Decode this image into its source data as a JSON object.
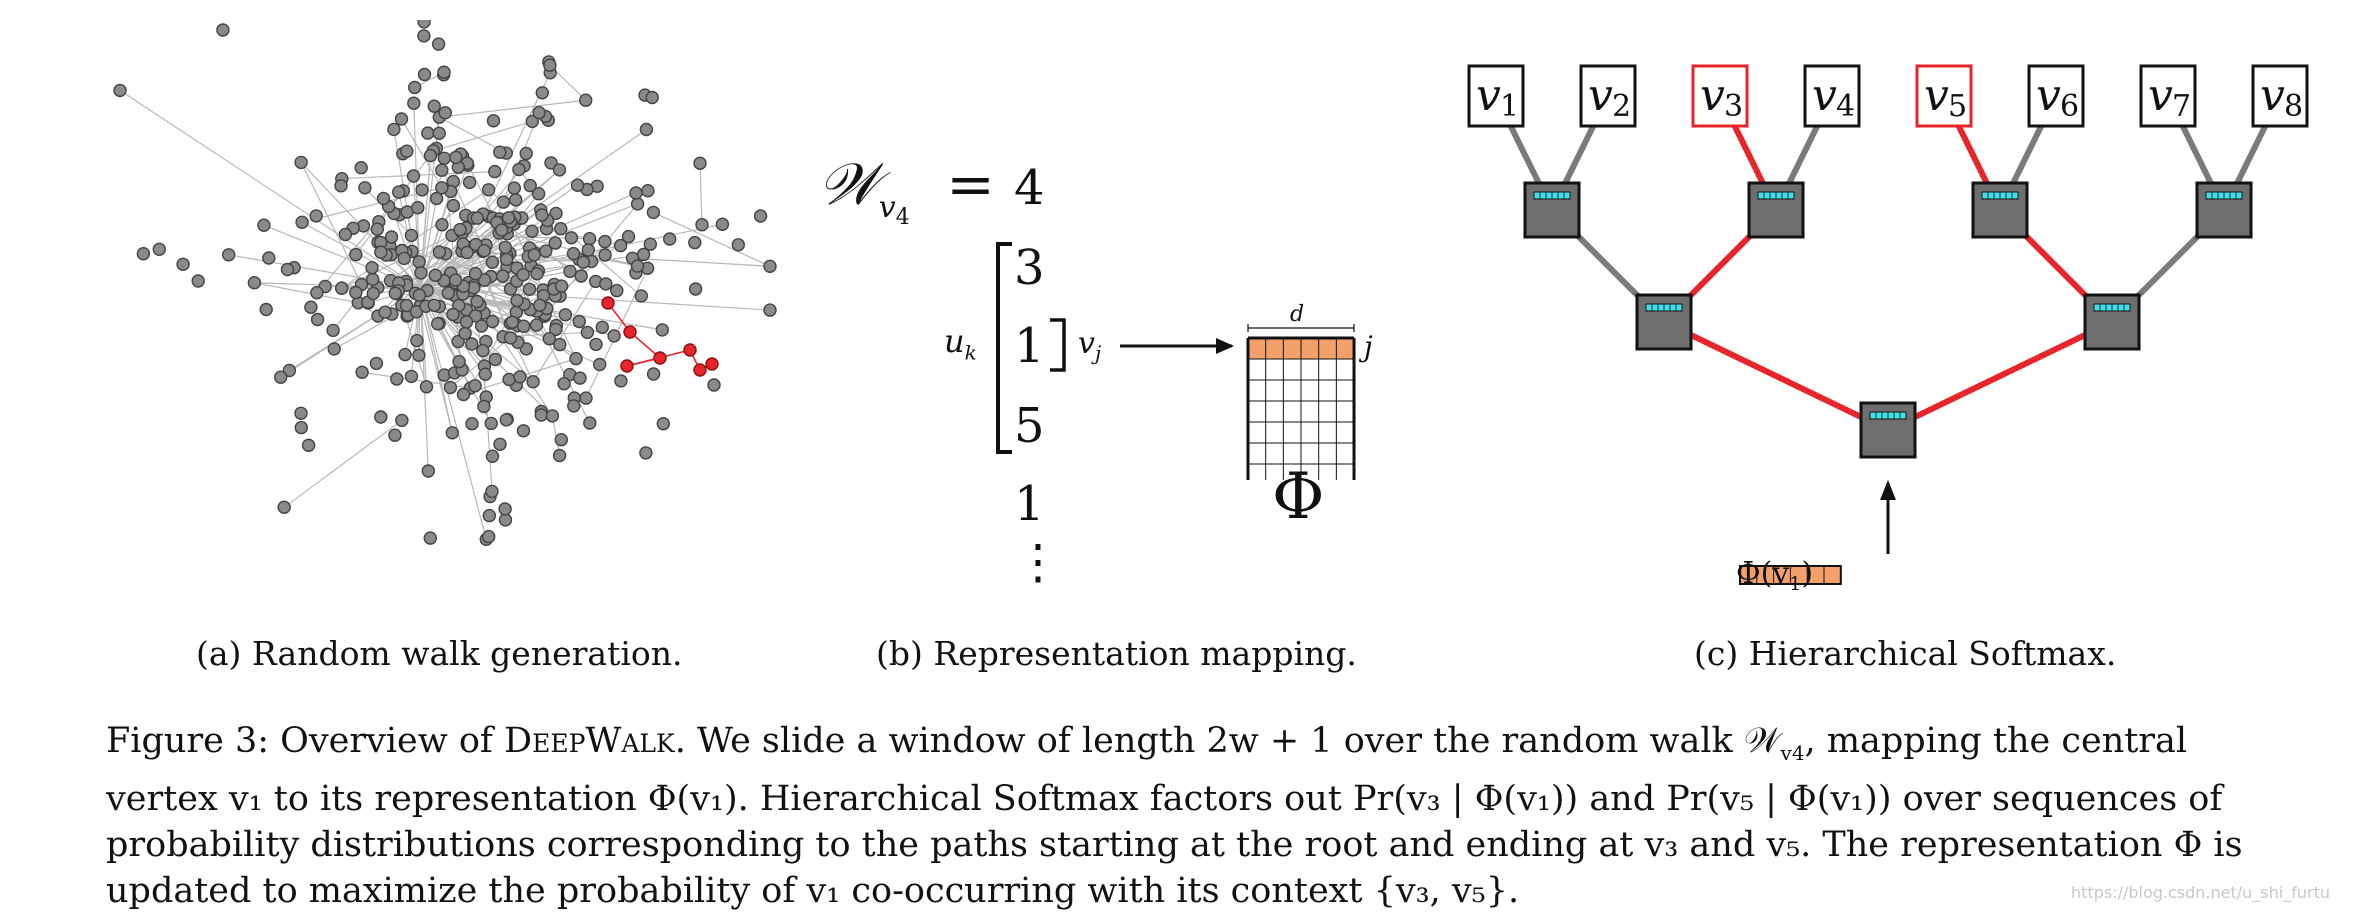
{
  "panel_a": {
    "caption": "(a) Random walk generation."
  },
  "panel_b": {
    "caption": "(b) Representation mapping.",
    "walk_symbol": "𝒲",
    "walk_subscript": "v",
    "walk_subscript2": "4",
    "equals": "=",
    "sequence": [
      "4",
      "3",
      "1",
      "5",
      "1",
      "⋮"
    ],
    "window_label_u": "u",
    "window_label_u_sub": "k",
    "center_label_v": "v",
    "center_label_v_sub": "j",
    "matrix_width_label": "d",
    "matrix_row_label": "j",
    "matrix_symbol": "Φ"
  },
  "panel_c": {
    "caption": "(c) Hierarchical Softmax.",
    "leaves": [
      {
        "label": "v",
        "sub": "1",
        "highlight": false
      },
      {
        "label": "v",
        "sub": "2",
        "highlight": false
      },
      {
        "label": "v",
        "sub": "3",
        "highlight": true
      },
      {
        "label": "v",
        "sub": "4",
        "highlight": false
      },
      {
        "label": "v",
        "sub": "5",
        "highlight": true
      },
      {
        "label": "v",
        "sub": "6",
        "highlight": false
      },
      {
        "label": "v",
        "sub": "7",
        "highlight": false
      },
      {
        "label": "v",
        "sub": "8",
        "highlight": false
      }
    ],
    "input_label": "Φ(v",
    "input_label_sub": "1",
    "input_label_end": ")",
    "colors": {
      "path": "#e8252b",
      "edge": "#7a7a7a",
      "node": "#6e6e6e",
      "cell": "#40e0e8",
      "embed": "#f4a06a"
    }
  },
  "figure_caption": {
    "line1_a": "Figure 3: Overview of ",
    "line1_name": "DeepWalk",
    "line1_b": ". We slide a window of length 2w + 1 over the random walk 𝒲",
    "line1_sub": "v4",
    "line1_c": ", mapping the central",
    "line2": "vertex v₁ to its representation Φ(v₁). Hierarchical Softmax factors out Pr(v₃ | Φ(v₁)) and Pr(v₅ | Φ(v₁)) over sequences of",
    "line3": "probability distributions corresponding to the paths starting at the root and ending at v₃ and v₅. The representation Φ is",
    "line4": "updated to maximize the probability of v₁ co-occurring with its context {v₃, v₅}."
  },
  "watermark": "https://blog.csdn.net/u_shi_furtu"
}
